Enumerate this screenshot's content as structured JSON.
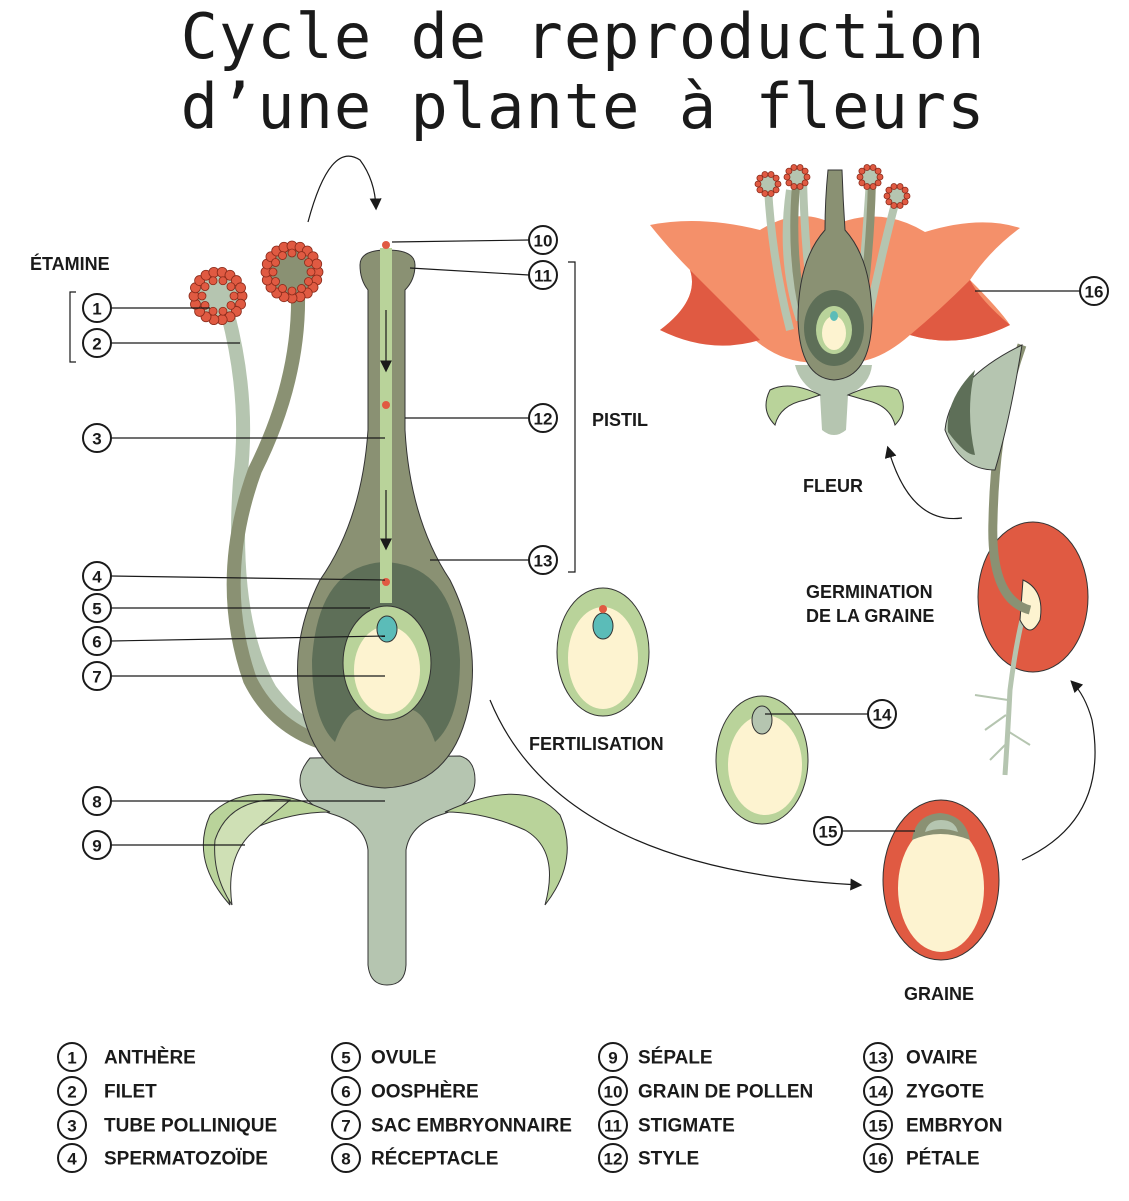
{
  "title": {
    "line1": "Cycle de reproduction",
    "line2": "d’une plante à fleurs"
  },
  "labels": {
    "etamine": "ÉTAMINE",
    "pistil": "PISTIL",
    "fleur": "FLEUR",
    "germination_line1": "GERMINATION",
    "germination_line2": "DE LA GRAINE",
    "fertilisation": "FERTILISATION",
    "graine": "GRAINE"
  },
  "callouts": [
    "1",
    "2",
    "3",
    "4",
    "5",
    "6",
    "7",
    "8",
    "9",
    "10",
    "11",
    "12",
    "13",
    "14",
    "15",
    "16"
  ],
  "legend": [
    {
      "num": "1",
      "label": "ANTHÈRE"
    },
    {
      "num": "2",
      "label": "FILET"
    },
    {
      "num": "3",
      "label": "TUBE POLLINIQUE"
    },
    {
      "num": "4",
      "label": "SPERMATOZOÏDE"
    },
    {
      "num": "5",
      "label": "OVULE"
    },
    {
      "num": "6",
      "label": "OOSPHÈRE"
    },
    {
      "num": "7",
      "label": "SAC EMBRYONNAIRE"
    },
    {
      "num": "8",
      "label": "RÉCEPTACLE"
    },
    {
      "num": "9",
      "label": "SÉPALE"
    },
    {
      "num": "10",
      "label": "GRAIN DE POLLEN"
    },
    {
      "num": "11",
      "label": "STIGMATE"
    },
    {
      "num": "12",
      "label": "STYLE"
    },
    {
      "num": "13",
      "label": "OVAIRE"
    },
    {
      "num": "14",
      "label": "ZYGOTE"
    },
    {
      "num": "15",
      "label": "EMBRYON"
    },
    {
      "num": "16",
      "label": "PÉTALE"
    }
  ],
  "colors": {
    "olive": "#8a9173",
    "dark_green": "#5e6f58",
    "pale_green": "#b5c5b0",
    "light_green": "#b9d39a",
    "cream": "#fdf3d0",
    "red": "#e05a42",
    "salmon": "#f4906a",
    "teal": "#5bbcb8"
  }
}
